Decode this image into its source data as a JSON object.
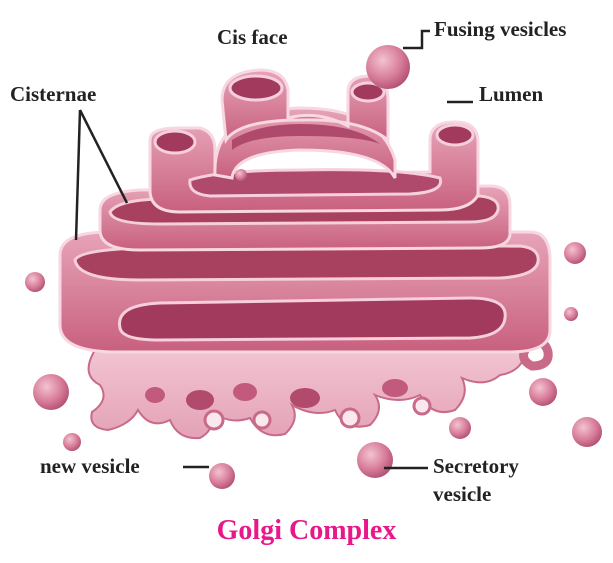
{
  "labels": {
    "cis_face": "Cis face",
    "fusing_vesicles": "Fusing vesicles",
    "cisternae": "Cisternae",
    "lumen": "Lumen",
    "new_vesicle": "new vesicle",
    "secretory_line1": "Secretory",
    "secretory_line2": "vesicle"
  },
  "title": "Golgi Complex",
  "colors": {
    "title": "#e8178a",
    "membrane_outer": "#d87f9a",
    "membrane_light": "#f2c4d2",
    "lumen_dark": "#a23a5e",
    "vesicle": "#d06e8c",
    "label_text": "#222222"
  }
}
